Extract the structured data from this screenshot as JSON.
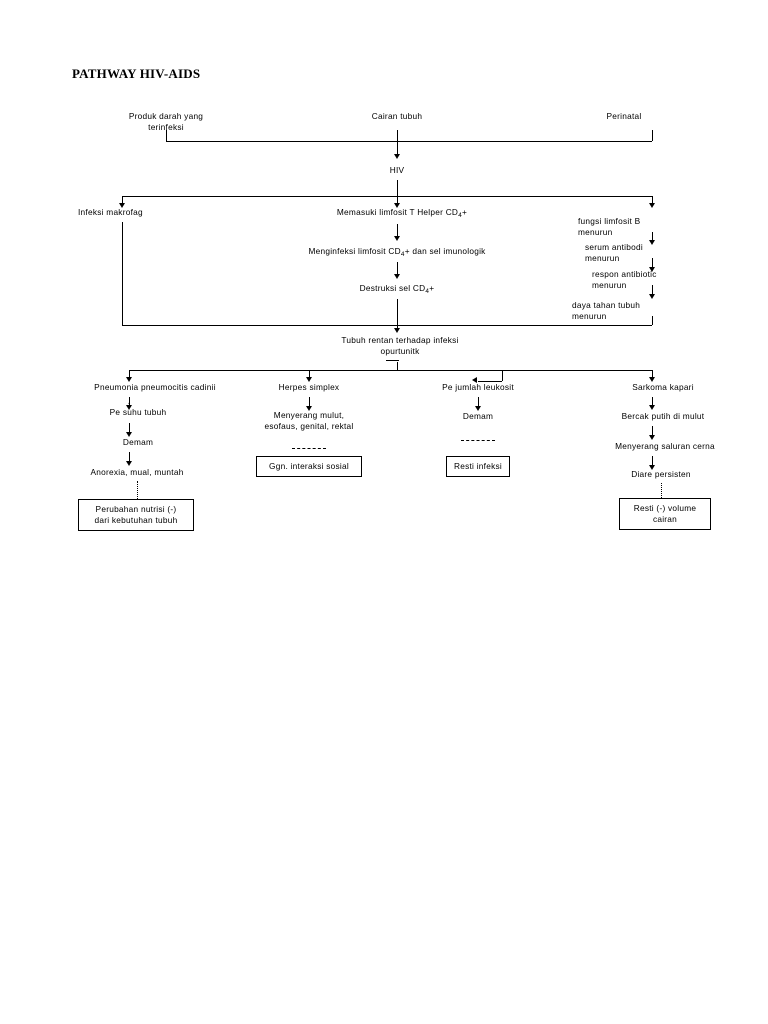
{
  "page": {
    "title": "PATHWAY HIV-AIDS",
    "ink": "#000000",
    "background": "#ffffff"
  },
  "sources": {
    "blood_products": "Produk darah yang\nterinfeksi",
    "body_fluids": "Cairan  tubuh",
    "perinatal": "Perinatal"
  },
  "agent": {
    "hiv": "HIV"
  },
  "branches": {
    "macrophage": "Infeksi makrofag",
    "t_helper": "Memasuki limfosit T Helper CD",
    "t_helper_sub": "4",
    "t_helper_tail": "+",
    "b_cell": "fungsi limfosit B\nmenurun"
  },
  "t_cell_cascade": {
    "infect": "Menginfeksi limfosit CD",
    "infect_sub": "4",
    "infect_tail": "+ dan sel imunologik",
    "destroy": "Destruksi sel CD",
    "destroy_sub": "4",
    "destroy_tail": "+"
  },
  "b_cell_cascade": {
    "serum": "serum antibodi\nmenurun",
    "response": "respon antibiotic\nmenurun",
    "resistance": "daya tahan tubuh\nmenurun"
  },
  "convergence": {
    "label": "Tubuh rentan terhadap infeksi\nopurtunitk"
  },
  "columns": [
    {
      "name": "pneumonia",
      "head": "Pneumonia pneumocitis cadinii",
      "steps": [
        {
          "text": "Pe    suhu tubuh",
          "glyph": "increase-arrow-icon"
        },
        {
          "text": "Demam"
        },
        {
          "text": "Anorexia, mual, muntah"
        }
      ],
      "diagnosis": "Perubahan nutrisi (-)\ndari kebutuhan tubuh"
    },
    {
      "name": "herpes",
      "head": "Herpes simplex",
      "steps": [
        {
          "text": "Menyerang mulut,\nesofaus, genital, rektal"
        }
      ],
      "diagnosis": "Ggn. interaksi sosial"
    },
    {
      "name": "leukocyte",
      "head": "Pe    jumlah leukosit",
      "head_glyph": "decrease-arrow-icon",
      "steps": [
        {
          "text": "Demam"
        }
      ],
      "diagnosis": "Resti infeksi"
    },
    {
      "name": "sarcoma",
      "head": "Sarkoma kapari",
      "steps": [
        {
          "text": "Bercak putih di mulut"
        },
        {
          "text": "Menyerang saluran cerna"
        },
        {
          "text": "Diare persisten"
        }
      ],
      "diagnosis": "Resti (-) volume\ncairan"
    }
  ]
}
